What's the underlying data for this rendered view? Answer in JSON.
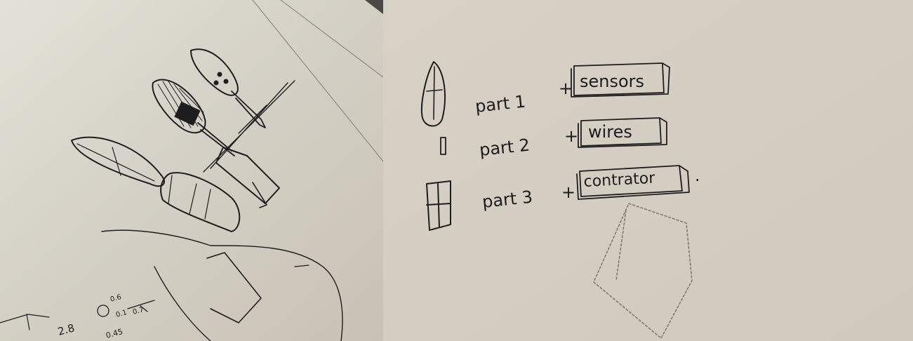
{
  "left_photo": {
    "dimension_notes": [
      "2.8",
      "0.6",
      "0.1",
      "0.7",
      "0.45"
    ]
  },
  "right_photo": {
    "rows": [
      {
        "part_label": "part 1",
        "plus": "+",
        "component": "sensors"
      },
      {
        "part_label": "part 2",
        "plus": "+",
        "component": "wires"
      },
      {
        "part_label": "part 3",
        "plus": "+",
        "component": "contrator"
      }
    ],
    "trailing_mark": "."
  },
  "colors": {
    "paper_left": "#d9d5c9",
    "paper_right": "#d6d0c4",
    "ink": "#1d1d20"
  }
}
